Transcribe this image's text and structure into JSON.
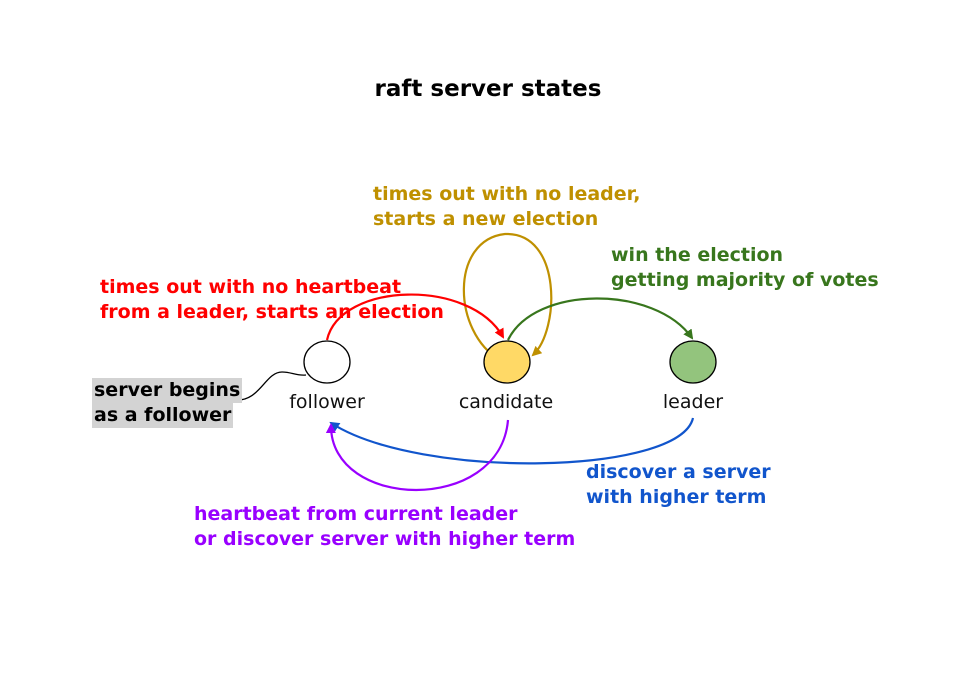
{
  "title": "raft server states",
  "colors": {
    "follower_fill": "#ffffff",
    "candidate_fill": "#ffd966",
    "leader_fill": "#93c47d",
    "timeout_red": "#ff0000",
    "retry_gold": "#bf9000",
    "win_green": "#38761d",
    "discover_blue": "#1155cc",
    "stepdown_purple": "#9900ff",
    "note_highlight": "#d3d3d3"
  },
  "nodes": {
    "follower": "follower",
    "candidate": "candidate",
    "leader": "leader"
  },
  "start_note": {
    "line1": "server begins",
    "line2": "as a follower"
  },
  "transitions": {
    "follower_to_candidate": {
      "line1": "times out with no heartbeat",
      "line2": "from a leader, starts an election"
    },
    "candidate_self_loop": {
      "line1": "times out with no leader,",
      "line2": "starts a new election"
    },
    "candidate_to_leader": {
      "line1": "win the election",
      "line2": "getting majority of votes"
    },
    "candidate_to_follower": {
      "line1": "heartbeat from current leader",
      "line2": "or discover server with higher term"
    },
    "leader_to_follower": {
      "line1": "discover a server",
      "line2": "with higher term"
    }
  }
}
